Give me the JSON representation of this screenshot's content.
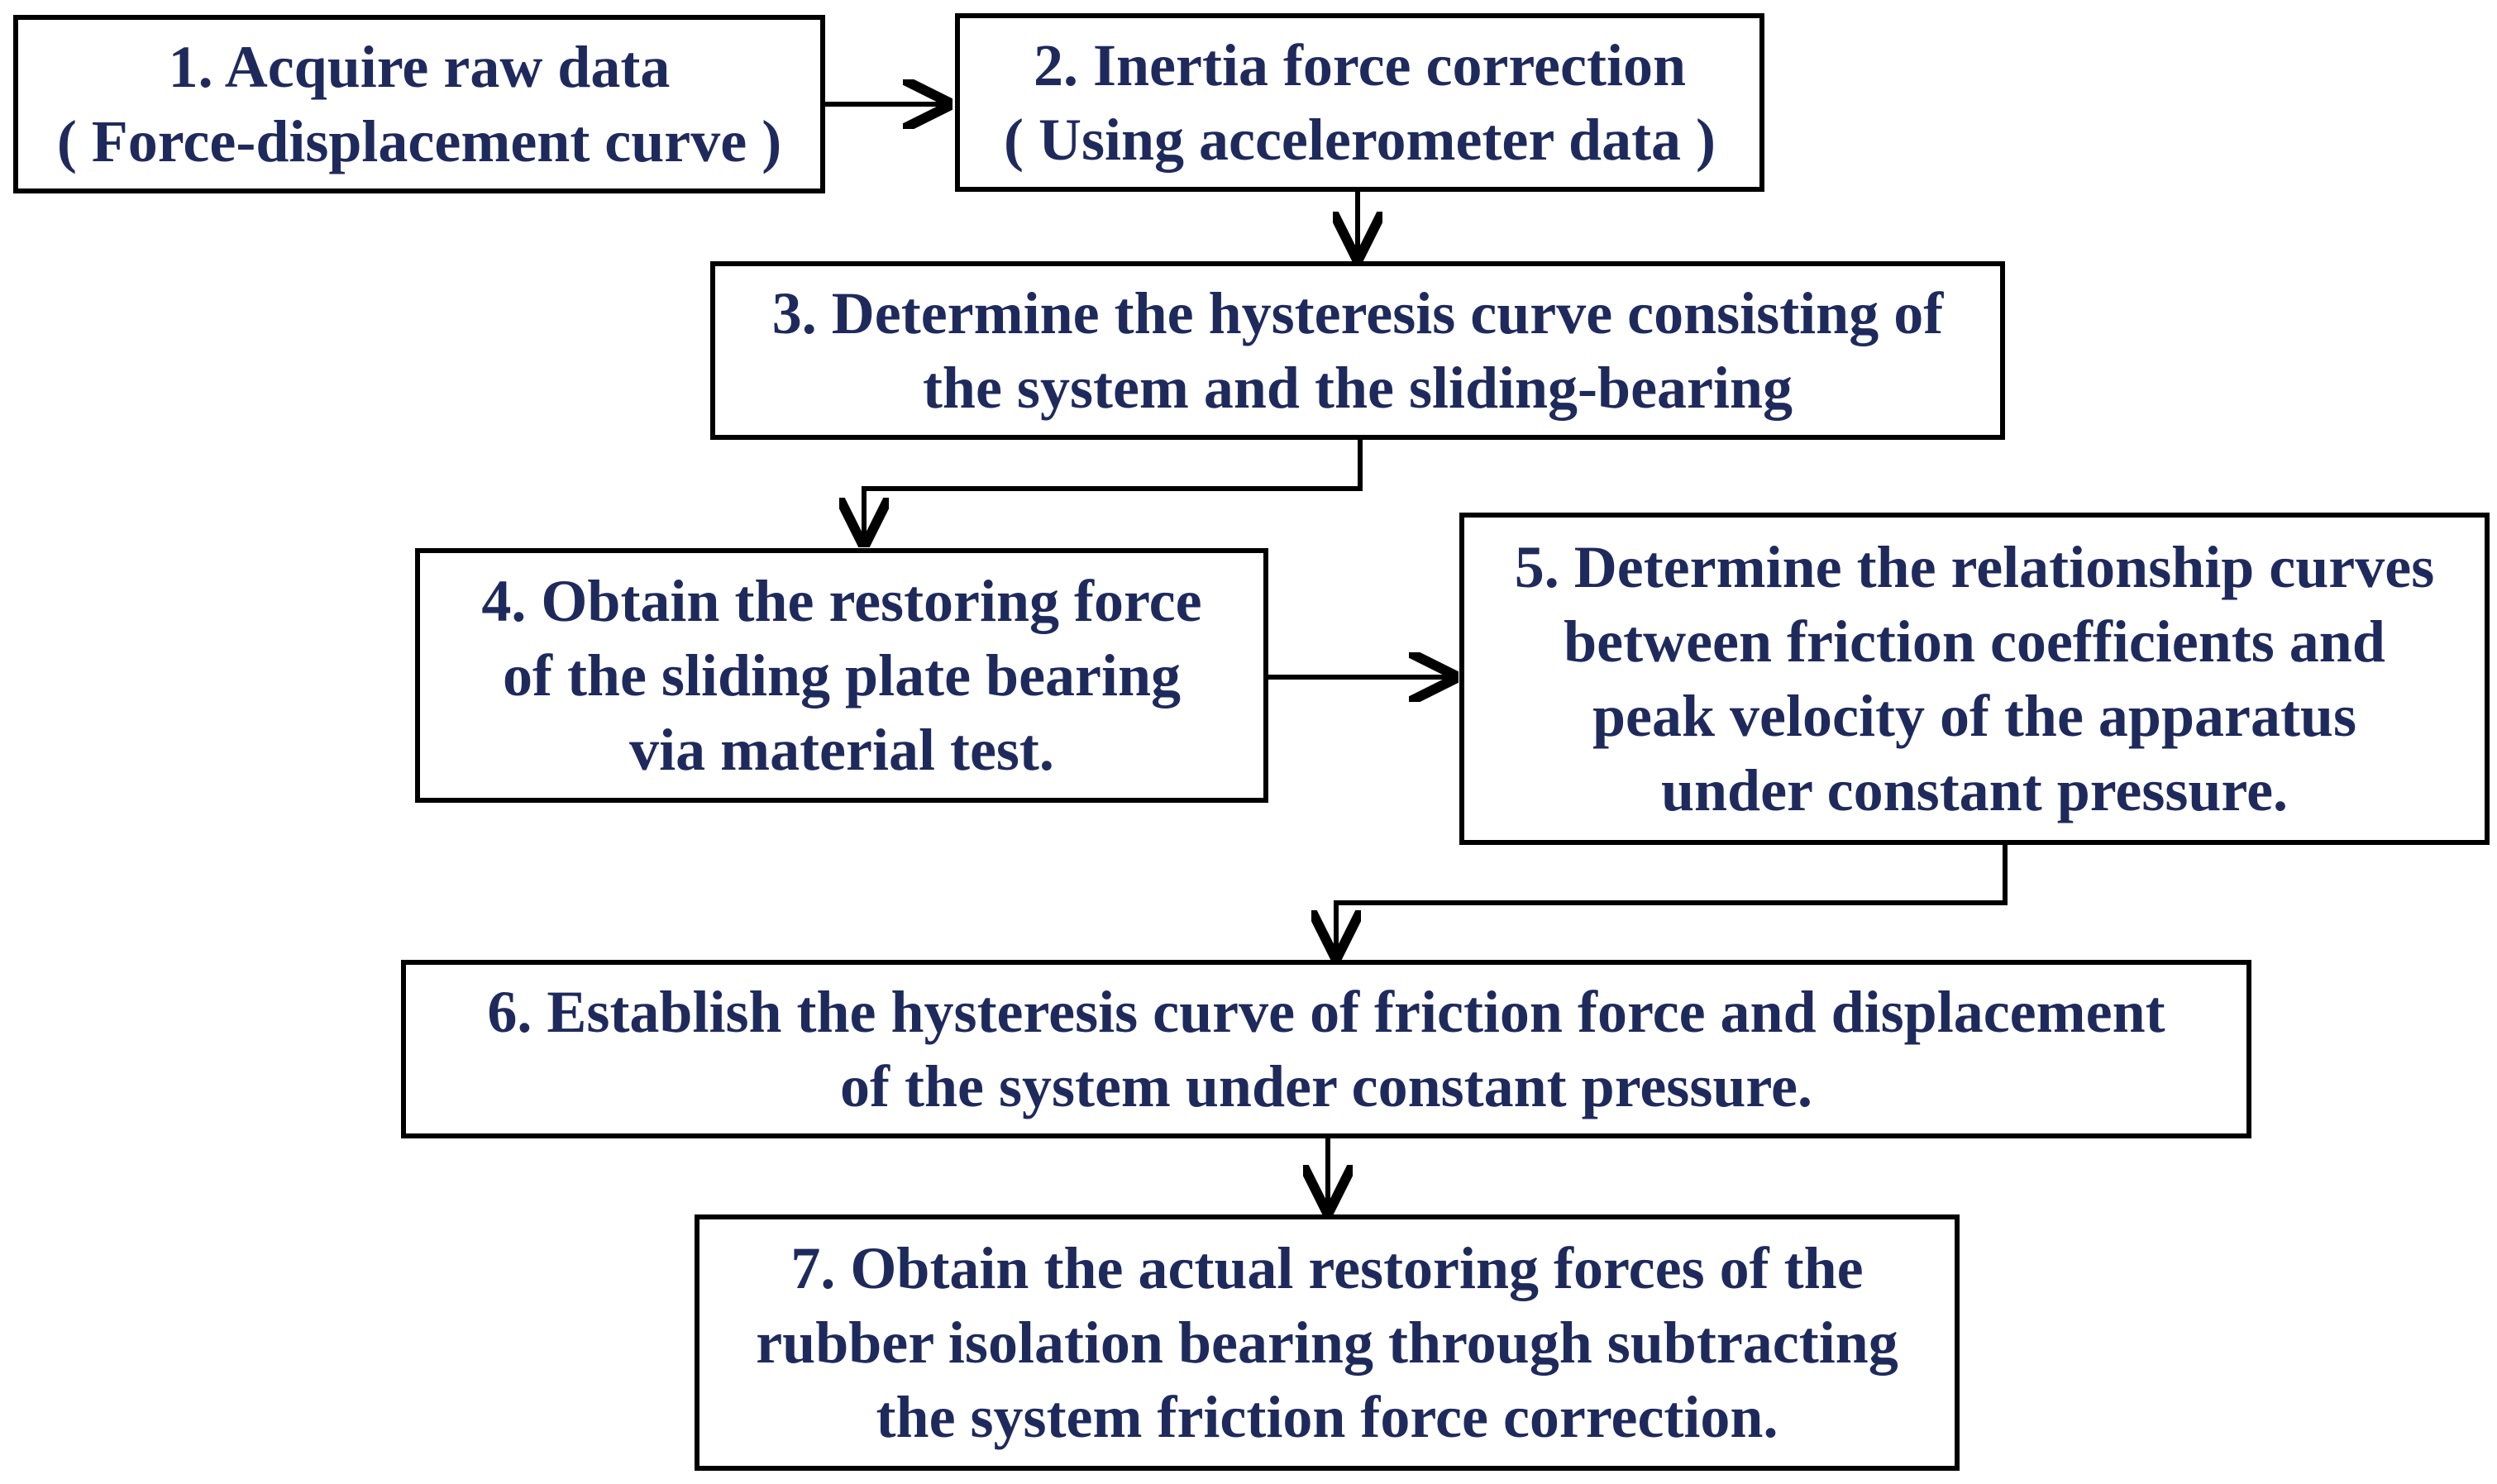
{
  "diagram": {
    "steps": [
      {
        "id": "1",
        "lines": [
          "1. Acquire raw data",
          "( Force-displacement curve )"
        ]
      },
      {
        "id": "2",
        "lines": [
          "2. Inertia force correction",
          "( Using accelerometer data )"
        ]
      },
      {
        "id": "3",
        "lines": [
          "3. Determine the hysteresis curve consisting of",
          "the system and the sliding-bearing"
        ]
      },
      {
        "id": "4",
        "lines": [
          "4. Obtain the restoring force",
          "of the sliding plate bearing",
          "via material test."
        ]
      },
      {
        "id": "5",
        "lines": [
          "5. Determine the relationship curves",
          "between friction coefficients and",
          "peak velocity of the apparatus",
          "under constant pressure."
        ]
      },
      {
        "id": "6",
        "lines": [
          "6. Establish the hysteresis curve of friction force and displacement",
          "of the system under constant pressure."
        ]
      },
      {
        "id": "7",
        "lines": [
          "7. Obtain the actual restoring forces of the",
          "rubber isolation bearing through subtracting",
          "the system friction force correction."
        ]
      }
    ],
    "edges": [
      {
        "from": "1",
        "to": "2"
      },
      {
        "from": "2",
        "to": "3"
      },
      {
        "from": "3",
        "to": "4"
      },
      {
        "from": "4",
        "to": "5"
      },
      {
        "from": "5",
        "to": "6"
      },
      {
        "from": "6",
        "to": "7"
      }
    ],
    "colors": {
      "text": "#1f2a5c",
      "border": "#000000",
      "arrow": "#000000",
      "background": "#ffffff"
    }
  }
}
